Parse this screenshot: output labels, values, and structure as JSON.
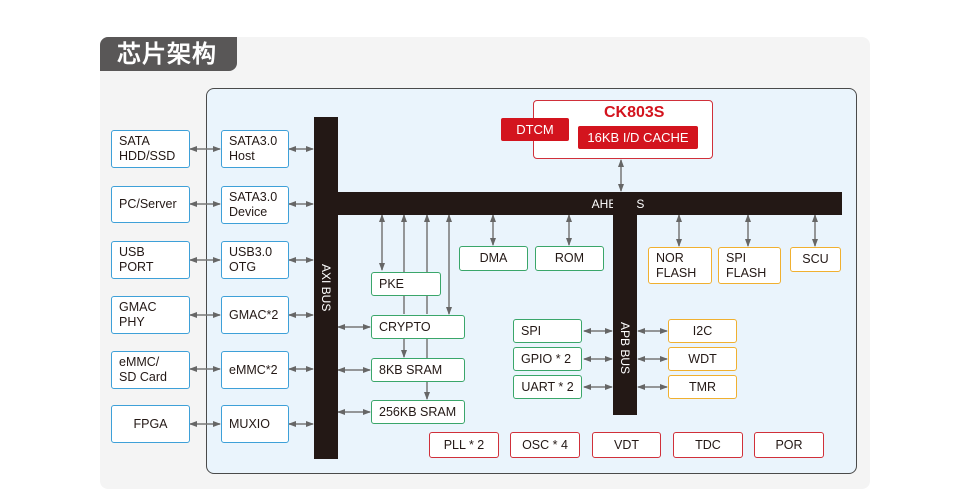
{
  "title": "芯片架构",
  "colors": {
    "title_bg": "#595757",
    "chip_bg": "#eaf4fc",
    "bus": "#231815",
    "external_border": "#3ea0d8",
    "green_border": "#3aa66a",
    "orange_border": "#f0b030",
    "red": "#d3141e"
  },
  "cpu": {
    "name": "CK803S",
    "dtcm": "DTCM",
    "cache": "16KB I/D CACHE"
  },
  "buses": {
    "ahb": "AHB BUS",
    "axi": "AXI BUS",
    "apb": "APB BUS"
  },
  "external_devices": [
    {
      "label": "SATA\nHDD/SSD"
    },
    {
      "label": "PC/Server"
    },
    {
      "label": "USB\nPORT"
    },
    {
      "label": "GMAC\nPHY"
    },
    {
      "label": "eMMC/\nSD Card"
    },
    {
      "label": "FPGA"
    }
  ],
  "axi_controllers": [
    {
      "label": "SATA3.0\nHost"
    },
    {
      "label": "SATA3.0\nDevice"
    },
    {
      "label": "USB3.0\nOTG"
    },
    {
      "label": "GMAC*2"
    },
    {
      "label": "eMMC*2"
    },
    {
      "label": "MUXIO"
    }
  ],
  "security_memory": {
    "pke": "PKE",
    "crypto": "CRYPTO",
    "sram8": "8KB SRAM",
    "sram256": "256KB SRAM"
  },
  "ahb_green": {
    "dma": "DMA",
    "rom": "ROM"
  },
  "ahb_orange": {
    "nor": "NOR\nFLASH",
    "spiflash": "SPI\nFLASH",
    "scu": "SCU"
  },
  "apb_left": [
    "SPI",
    "GPIO * 2",
    "UART * 2"
  ],
  "apb_right": [
    "I2C",
    "WDT",
    "TMR"
  ],
  "analog": [
    "PLL * 2",
    "OSC * 4",
    "VDT",
    "TDC",
    "POR"
  ]
}
